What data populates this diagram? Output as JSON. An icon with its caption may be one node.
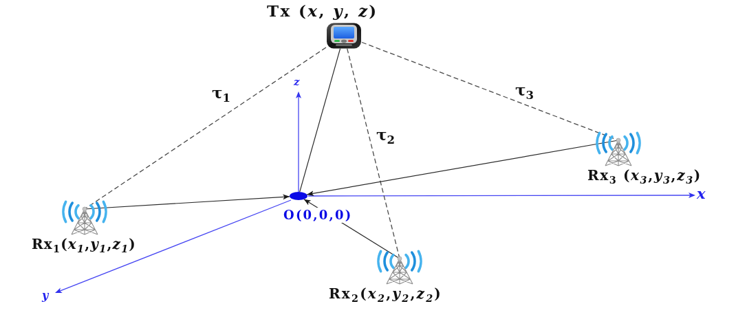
{
  "diagram": {
    "nodes": [
      {
        "text": [
          "Tx (*x*, *y*, *z*)"
        ]
      },
      {
        "text": [
          "Rx$_{1}$(*x*$_{1}$,*y*$_{1}$,*z*$_{1}$)"
        ]
      },
      {
        "text": [
          "Rx$_{2}$(*x*$_{2}$,*y*$_{2}$,*z*$_{2}$)"
        ]
      },
      {
        "text": [
          "Rx$_{3}$ (*x*$_{3}$,*y*$_{3}$,*z*$_{3}$)"
        ]
      },
      {
        "text": [
          "O(0,0,0)"
        ]
      }
    ],
    "edges": [
      {
        "from": 0,
        "to": 1,
        "arrow": "none",
        "label": "τ$_{1}$",
        "style": "dashed"
      },
      {
        "from": 0,
        "to": 2,
        "arrow": "none",
        "label": "τ$_{2}$",
        "style": "dashed"
      },
      {
        "from": 0,
        "to": 3,
        "arrow": "none",
        "label": "τ$_{3}$",
        "style": "dashed"
      },
      {
        "from": 0,
        "to": 4,
        "arrow": "none"
      },
      {
        "from": 1,
        "to": 4,
        "arrow": "to"
      },
      {
        "from": 2,
        "to": 4,
        "arrow": "to"
      },
      {
        "from": 3,
        "to": 4,
        "arrow": "to"
      }
    ],
    "labels": [
      "z",
      "x",
      "y"
    ]
  }
}
